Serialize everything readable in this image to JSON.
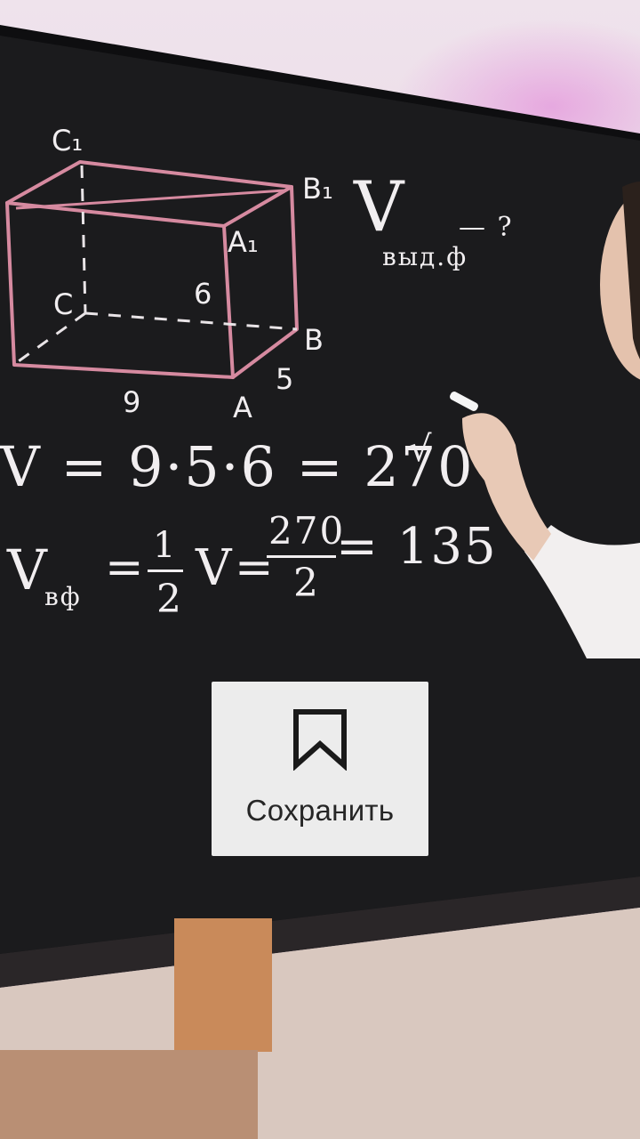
{
  "board": {
    "vertices": {
      "c1": "C₁",
      "b1": "B₁",
      "a1": "A₁",
      "c": "C",
      "b": "B",
      "a": "A"
    },
    "dimensions": {
      "height": "6",
      "length": "9",
      "width": "5"
    },
    "question": {
      "v": "V",
      "subscript": "выд.ф",
      "suffix": "— ?"
    },
    "formula_volume": "V = 9·5·6 = 270",
    "formula_half": {
      "v": "V",
      "subscript": "вф",
      "equals": "=",
      "numerator": "1",
      "denominator": "2",
      "v2": "V",
      "equals2": "=",
      "frac_num": "270",
      "frac_den": "2",
      "result": "= 135"
    },
    "check_mark": "√"
  },
  "popup": {
    "icon": "bookmark-icon",
    "label": "Сохранить"
  },
  "colors": {
    "chalkboard": "#1a1a1c",
    "chalk_white": "#f1eef0",
    "chalk_pink": "#d68aa0",
    "popup_bg": "#ececec"
  }
}
